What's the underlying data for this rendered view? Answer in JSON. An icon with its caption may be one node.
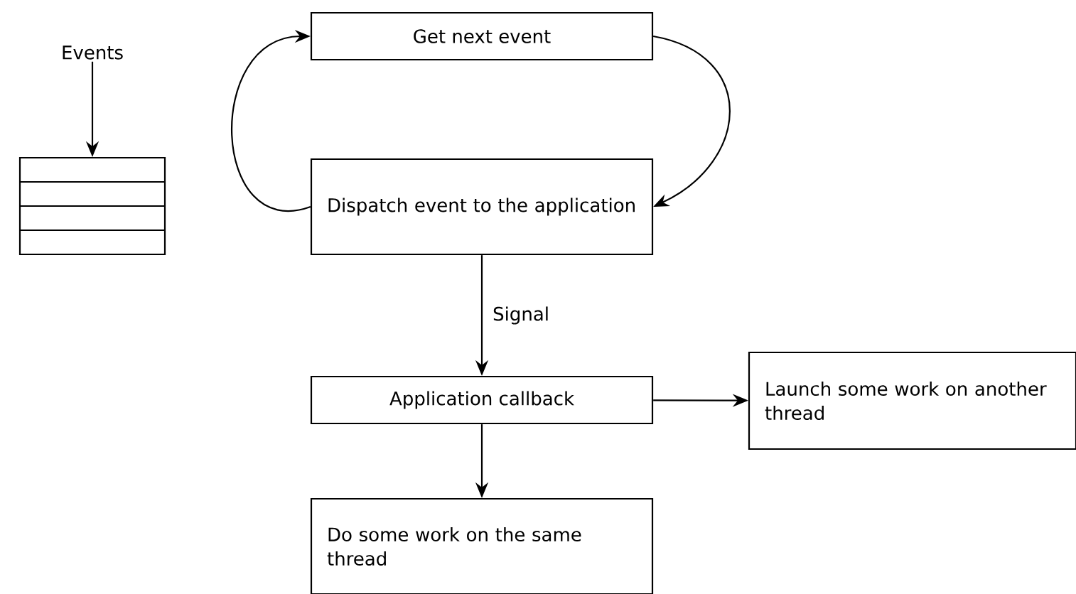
{
  "diagram": {
    "nodes": [
      {
        "text": [
          "Events"
        ]
      },
      {
        "text": [],
        "shape": "box"
      },
      {
        "text": [
          "Get next event"
        ]
      },
      {
        "text": [
          "Dispatch event to the application"
        ]
      },
      {
        "text": [
          "Application callback"
        ]
      },
      {
        "text": [
          "Launch some work on another thread"
        ]
      },
      {
        "text": [
          "Do some work on the same thread"
        ]
      }
    ],
    "edges": [
      {
        "from": 0,
        "to": 1,
        "arrow": "to"
      },
      {
        "from": 2,
        "to": 3,
        "arrow": "to"
      },
      {
        "from": 3,
        "to": 2,
        "arrow": "to"
      },
      {
        "from": 3,
        "to": 4,
        "arrow": "to",
        "label": "Signal"
      },
      {
        "from": 4,
        "to": 5,
        "arrow": "to"
      },
      {
        "from": 4,
        "to": 6,
        "arrow": "to"
      }
    ]
  }
}
